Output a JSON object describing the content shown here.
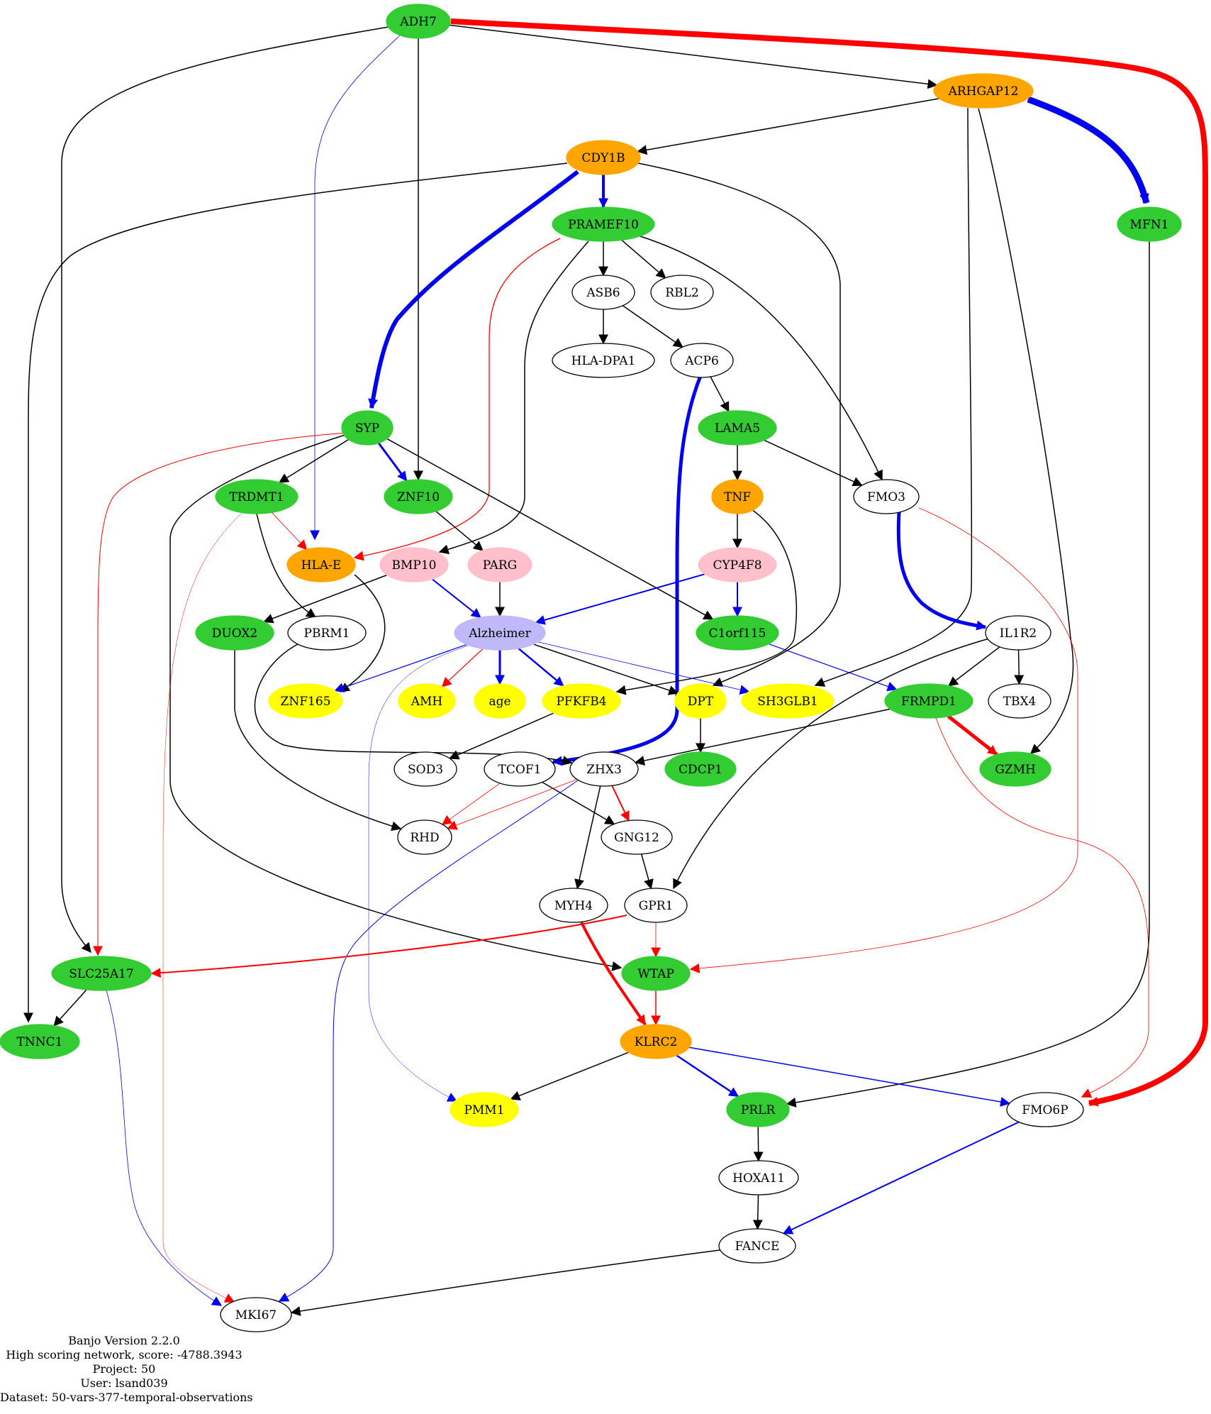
{
  "colors": {
    "green": "#33cc33",
    "orange": "#ffa500",
    "pink": "#ffc0cb",
    "lavender": "#c0b8f8",
    "yellow": "#ffff00",
    "white": "#ffffff",
    "edge_black": "#000000",
    "edge_blue": "#0000ee",
    "edge_red": "#ff0000"
  },
  "nodes": [
    {
      "id": "ADH7",
      "label": "ADH7",
      "fill": "green"
    },
    {
      "id": "ARHGAP12",
      "label": "ARHGAP12",
      "fill": "orange"
    },
    {
      "id": "CDY1B",
      "label": "CDY1B",
      "fill": "orange"
    },
    {
      "id": "MFN1",
      "label": "MFN1",
      "fill": "green"
    },
    {
      "id": "PRAMEF10",
      "label": "PRAMEF10",
      "fill": "green"
    },
    {
      "id": "ASB6",
      "label": "ASB6",
      "fill": "white"
    },
    {
      "id": "RBL2",
      "label": "RBL2",
      "fill": "white"
    },
    {
      "id": "HLA-DPA1",
      "label": "HLA-DPA1",
      "fill": "white"
    },
    {
      "id": "ACP6",
      "label": "ACP6",
      "fill": "white"
    },
    {
      "id": "SYP",
      "label": "SYP",
      "fill": "green"
    },
    {
      "id": "LAMA5",
      "label": "LAMA5",
      "fill": "green"
    },
    {
      "id": "TRDMT1",
      "label": "TRDMT1",
      "fill": "green"
    },
    {
      "id": "ZNF10",
      "label": "ZNF10",
      "fill": "green"
    },
    {
      "id": "TNF",
      "label": "TNF",
      "fill": "orange"
    },
    {
      "id": "FMO3",
      "label": "FMO3",
      "fill": "white"
    },
    {
      "id": "HLA-E",
      "label": "HLA-E",
      "fill": "orange"
    },
    {
      "id": "BMP10",
      "label": "BMP10",
      "fill": "pink"
    },
    {
      "id": "PARG",
      "label": "PARG",
      "fill": "pink"
    },
    {
      "id": "CYP4F8",
      "label": "CYP4F8",
      "fill": "pink"
    },
    {
      "id": "DUOX2",
      "label": "DUOX2",
      "fill": "green"
    },
    {
      "id": "PBRM1",
      "label": "PBRM1",
      "fill": "white"
    },
    {
      "id": "Alzheimer",
      "label": "Alzheimer",
      "fill": "lavender"
    },
    {
      "id": "C1orf115",
      "label": "C1orf115",
      "fill": "green"
    },
    {
      "id": "IL1R2",
      "label": "IL1R2",
      "fill": "white"
    },
    {
      "id": "ZNF165",
      "label": "ZNF165",
      "fill": "yellow"
    },
    {
      "id": "AMH",
      "label": "AMH",
      "fill": "yellow"
    },
    {
      "id": "age",
      "label": "age",
      "fill": "yellow"
    },
    {
      "id": "PFKFB4",
      "label": "PFKFB4",
      "fill": "yellow"
    },
    {
      "id": "DPT",
      "label": "DPT",
      "fill": "yellow"
    },
    {
      "id": "SH3GLB1",
      "label": "SH3GLB1",
      "fill": "yellow"
    },
    {
      "id": "FRMPD1",
      "label": "FRMPD1",
      "fill": "green"
    },
    {
      "id": "TBX4",
      "label": "TBX4",
      "fill": "white"
    },
    {
      "id": "SOD3",
      "label": "SOD3",
      "fill": "white"
    },
    {
      "id": "TCOF1",
      "label": "TCOF1",
      "fill": "white"
    },
    {
      "id": "ZHX3",
      "label": "ZHX3",
      "fill": "white"
    },
    {
      "id": "CDCP1",
      "label": "CDCP1",
      "fill": "green"
    },
    {
      "id": "GZMH",
      "label": "GZMH",
      "fill": "green"
    },
    {
      "id": "RHD",
      "label": "RHD",
      "fill": "white"
    },
    {
      "id": "GNG12",
      "label": "GNG12",
      "fill": "white"
    },
    {
      "id": "MYH4",
      "label": "MYH4",
      "fill": "white"
    },
    {
      "id": "GPR1",
      "label": "GPR1",
      "fill": "white"
    },
    {
      "id": "SLC25A17",
      "label": "SLC25A17",
      "fill": "green"
    },
    {
      "id": "WTAP",
      "label": "WTAP",
      "fill": "green"
    },
    {
      "id": "TNNC1",
      "label": "TNNC1",
      "fill": "green"
    },
    {
      "id": "KLRC2",
      "label": "KLRC2",
      "fill": "orange"
    },
    {
      "id": "PMM1",
      "label": "PMM1",
      "fill": "yellow"
    },
    {
      "id": "PRLR",
      "label": "PRLR",
      "fill": "green"
    },
    {
      "id": "FMO6P",
      "label": "FMO6P",
      "fill": "white"
    },
    {
      "id": "HOXA11",
      "label": "HOXA11",
      "fill": "white"
    },
    {
      "id": "FANCE",
      "label": "FANCE",
      "fill": "white"
    },
    {
      "id": "MKI67",
      "label": "MKI67",
      "fill": "white"
    }
  ],
  "edges": [
    {
      "from": "ADH7",
      "to": "ARHGAP12",
      "color": "edge_black",
      "weight": 1.5
    },
    {
      "from": "ADH7",
      "to": "FMO6P",
      "color": "edge_red",
      "weight": 8
    },
    {
      "from": "ADH7",
      "to": "ZNF10",
      "color": "edge_black",
      "weight": 1.5
    },
    {
      "from": "ADH7",
      "to": "HLA-E",
      "color": "edge_blue",
      "weight": 0.8
    },
    {
      "from": "ADH7",
      "to": "SLC25A17",
      "color": "edge_black",
      "weight": 1.5
    },
    {
      "from": "ARHGAP12",
      "to": "CDY1B",
      "color": "edge_black",
      "weight": 1.5
    },
    {
      "from": "ARHGAP12",
      "to": "MFN1",
      "color": "edge_blue",
      "weight": 9
    },
    {
      "from": "ARHGAP12",
      "to": "SH3GLB1",
      "color": "edge_black",
      "weight": 1.5
    },
    {
      "from": "ARHGAP12",
      "to": "GZMH",
      "color": "edge_black",
      "weight": 1.5
    },
    {
      "from": "CDY1B",
      "to": "PRAMEF10",
      "color": "edge_blue",
      "weight": 4
    },
    {
      "from": "CDY1B",
      "to": "SYP",
      "color": "edge_blue",
      "weight": 6
    },
    {
      "from": "CDY1B",
      "to": "TNNC1",
      "color": "edge_black",
      "weight": 1.5
    },
    {
      "from": "CDY1B",
      "to": "DPT",
      "color": "edge_black",
      "weight": 1.5
    },
    {
      "from": "MFN1",
      "to": "PRLR",
      "color": "edge_black",
      "weight": 1.5
    },
    {
      "from": "PRAMEF10",
      "to": "ASB6",
      "color": "edge_black",
      "weight": 1.5
    },
    {
      "from": "PRAMEF10",
      "to": "RBL2",
      "color": "edge_black",
      "weight": 1.5
    },
    {
      "from": "PRAMEF10",
      "to": "HLA-E",
      "color": "edge_red",
      "weight": 1.3
    },
    {
      "from": "PRAMEF10",
      "to": "BMP10",
      "color": "edge_black",
      "weight": 1.5
    },
    {
      "from": "PRAMEF10",
      "to": "FMO3",
      "color": "edge_black",
      "weight": 1.5
    },
    {
      "from": "ASB6",
      "to": "HLA-DPA1",
      "color": "edge_black",
      "weight": 1.5
    },
    {
      "from": "ASB6",
      "to": "ACP6",
      "color": "edge_black",
      "weight": 1.5
    },
    {
      "from": "ACP6",
      "to": "LAMA5",
      "color": "edge_black",
      "weight": 1.5
    },
    {
      "from": "ACP6",
      "to": "TCOF1",
      "color": "edge_blue",
      "weight": 5
    },
    {
      "from": "SYP",
      "to": "TRDMT1",
      "color": "edge_black",
      "weight": 1.5
    },
    {
      "from": "SYP",
      "to": "ZNF10",
      "color": "edge_blue",
      "weight": 3
    },
    {
      "from": "SYP",
      "to": "C1orf115",
      "color": "edge_black",
      "weight": 1.5
    },
    {
      "from": "SYP",
      "to": "SLC25A17",
      "color": "edge_red",
      "weight": 1
    },
    {
      "from": "SYP",
      "to": "WTAP",
      "color": "edge_black",
      "weight": 1.5
    },
    {
      "from": "LAMA5",
      "to": "TNF",
      "color": "edge_black",
      "weight": 1.5
    },
    {
      "from": "LAMA5",
      "to": "FMO3",
      "color": "edge_black",
      "weight": 1.5
    },
    {
      "from": "TRDMT1",
      "to": "HLA-E",
      "color": "edge_red",
      "weight": 0.8
    },
    {
      "from": "TRDMT1",
      "to": "PBRM1",
      "color": "edge_black",
      "weight": 1.5
    },
    {
      "from": "TRDMT1",
      "to": "MKI67",
      "color": "edge_red",
      "weight": 0.5
    },
    {
      "from": "ZNF10",
      "to": "PARG",
      "color": "edge_black",
      "weight": 1.5
    },
    {
      "from": "TNF",
      "to": "CYP4F8",
      "color": "edge_black",
      "weight": 1.5
    },
    {
      "from": "TNF",
      "to": "PFKFB4",
      "color": "edge_black",
      "weight": 1.5
    },
    {
      "from": "FMO3",
      "to": "IL1R2",
      "color": "edge_blue",
      "weight": 5
    },
    {
      "from": "FMO3",
      "to": "WTAP",
      "color": "edge_red",
      "weight": 0.8
    },
    {
      "from": "HLA-E",
      "to": "ZNF165",
      "color": "edge_black",
      "weight": 1.5
    },
    {
      "from": "BMP10",
      "to": "DUOX2",
      "color": "edge_black",
      "weight": 1.5
    },
    {
      "from": "BMP10",
      "to": "Alzheimer",
      "color": "edge_blue",
      "weight": 2
    },
    {
      "from": "PARG",
      "to": "Alzheimer",
      "color": "edge_black",
      "weight": 1.5
    },
    {
      "from": "CYP4F8",
      "to": "Alzheimer",
      "color": "edge_blue",
      "weight": 2
    },
    {
      "from": "CYP4F8",
      "to": "C1orf115",
      "color": "edge_blue",
      "weight": 2
    },
    {
      "from": "DUOX2",
      "to": "RHD",
      "color": "edge_black",
      "weight": 1.5
    },
    {
      "from": "PBRM1",
      "to": "ZHX3",
      "color": "edge_black",
      "weight": 1.5
    },
    {
      "from": "Alzheimer",
      "to": "ZNF165",
      "color": "edge_blue",
      "weight": 1.2
    },
    {
      "from": "Alzheimer",
      "to": "AMH",
      "color": "edge_red",
      "weight": 1.2
    },
    {
      "from": "Alzheimer",
      "to": "age",
      "color": "edge_blue",
      "weight": 3
    },
    {
      "from": "Alzheimer",
      "to": "PFKFB4",
      "color": "edge_blue",
      "weight": 2.5
    },
    {
      "from": "Alzheimer",
      "to": "DPT",
      "color": "edge_black",
      "weight": 1.5
    },
    {
      "from": "Alzheimer",
      "to": "SH3GLB1",
      "color": "edge_blue",
      "weight": 0.8
    },
    {
      "from": "Alzheimer",
      "to": "PMM1",
      "color": "edge_blue",
      "weight": 0.5
    },
    {
      "from": "C1orf115",
      "to": "FRMPD1",
      "color": "edge_blue",
      "weight": 1.2
    },
    {
      "from": "IL1R2",
      "to": "FRMPD1",
      "color": "edge_black",
      "weight": 1.5
    },
    {
      "from": "IL1R2",
      "to": "TBX4",
      "color": "edge_black",
      "weight": 1.5
    },
    {
      "from": "IL1R2",
      "to": "GPR1",
      "color": "edge_black",
      "weight": 1.5
    },
    {
      "from": "PFKFB4",
      "to": "SOD3",
      "color": "edge_black",
      "weight": 1.5
    },
    {
      "from": "DPT",
      "to": "CDCP1",
      "color": "edge_black",
      "weight": 1.5
    },
    {
      "from": "FRMPD1",
      "to": "GZMH",
      "color": "edge_red",
      "weight": 5
    },
    {
      "from": "FRMPD1",
      "to": "ZHX3",
      "color": "edge_black",
      "weight": 1.5
    },
    {
      "from": "FRMPD1",
      "to": "FMO6P",
      "color": "edge_red",
      "weight": 0.8
    },
    {
      "from": "TCOF1",
      "to": "RHD",
      "color": "edge_red",
      "weight": 0.8
    },
    {
      "from": "TCOF1",
      "to": "GNG12",
      "color": "edge_black",
      "weight": 1.5
    },
    {
      "from": "ZHX3",
      "to": "RHD",
      "color": "edge_red",
      "weight": 0.8
    },
    {
      "from": "ZHX3",
      "to": "GNG12",
      "color": "edge_red",
      "weight": 2
    },
    {
      "from": "ZHX3",
      "to": "MYH4",
      "color": "edge_black",
      "weight": 1.5
    },
    {
      "from": "ZHX3",
      "to": "MKI67",
      "color": "edge_blue",
      "weight": 1
    },
    {
      "from": "GNG12",
      "to": "GPR1",
      "color": "edge_black",
      "weight": 1.5
    },
    {
      "from": "GPR1",
      "to": "SLC25A17",
      "color": "edge_red",
      "weight": 2
    },
    {
      "from": "GPR1",
      "to": "WTAP",
      "color": "edge_red",
      "weight": 0.8
    },
    {
      "from": "MYH4",
      "to": "KLRC2",
      "color": "edge_red",
      "weight": 4
    },
    {
      "from": "WTAP",
      "to": "KLRC2",
      "color": "edge_red",
      "weight": 1.5
    },
    {
      "from": "SLC25A17",
      "to": "TNNC1",
      "color": "edge_black",
      "weight": 1.5
    },
    {
      "from": "SLC25A17",
      "to": "MKI67",
      "color": "edge_blue",
      "weight": 0.8
    },
    {
      "from": "KLRC2",
      "to": "PMM1",
      "color": "edge_black",
      "weight": 1.5
    },
    {
      "from": "KLRC2",
      "to": "PRLR",
      "color": "edge_blue",
      "weight": 2.5
    },
    {
      "from": "KLRC2",
      "to": "FMO6P",
      "color": "edge_blue",
      "weight": 1.5
    },
    {
      "from": "PRLR",
      "to": "HOXA11",
      "color": "edge_black",
      "weight": 1.5
    },
    {
      "from": "FMO6P",
      "to": "FANCE",
      "color": "edge_blue",
      "weight": 2
    },
    {
      "from": "HOXA11",
      "to": "FANCE",
      "color": "edge_black",
      "weight": 1.5
    },
    {
      "from": "FANCE",
      "to": "MKI67",
      "color": "edge_black",
      "weight": 1.5
    }
  ],
  "caption": {
    "line1": "Banjo Version 2.2.0",
    "line2": "High scoring network, score: -4788.3943",
    "line3": "Project: 50",
    "line4": "User: lsand039",
    "line5": "Dataset: 50-vars-377-temporal-observations"
  }
}
